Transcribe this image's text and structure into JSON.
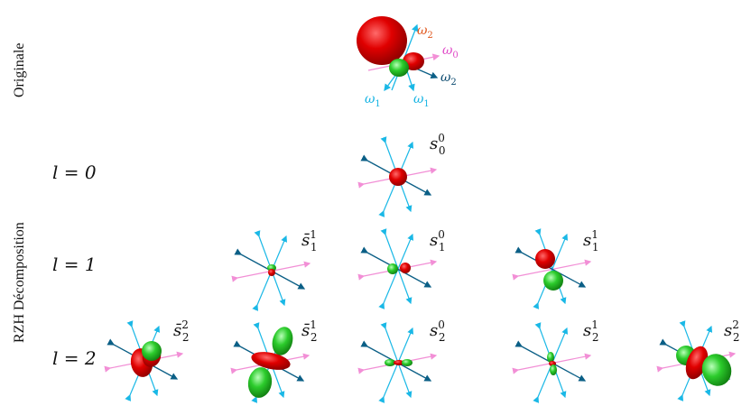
{
  "colors": {
    "positive_lobe": "#d40000",
    "negative_lobe": "#1fb21f",
    "axis_omega0": "#f28fd6",
    "axis_omega1": "#1ab8e6",
    "axis_omega2": "#0b5f86",
    "label_omega2_top": "#e0561c",
    "label_omega0": "#e04cc8",
    "label_omega1": "#17b4e3",
    "label_omega2_dark": "#0b4a6f"
  },
  "side_labels": {
    "original": "Originale",
    "decomposition": "RZH Décomposition"
  },
  "row_labels": [
    {
      "id": "l0",
      "text": "l = 0"
    },
    {
      "id": "l1",
      "text": "l = 1"
    },
    {
      "id": "l2",
      "text": "l = 2"
    }
  ],
  "original_axis_labels": {
    "omega2_top": {
      "base": "ω",
      "sub": "2"
    },
    "omega0": {
      "base": "ω",
      "sub": "0"
    },
    "omega2_right": {
      "base": "ω",
      "sub": "2"
    },
    "omega1_left": {
      "base": "ω",
      "sub": "1"
    },
    "omega1_right": {
      "base": "ω",
      "sub": "1"
    }
  },
  "basis_labels": {
    "s00": {
      "base": "s",
      "sup": "0",
      "sub": "0",
      "bar": false
    },
    "s11bar": {
      "base": "s̄",
      "sup": "1",
      "sub": "1",
      "bar": true
    },
    "s10": {
      "base": "s",
      "sup": "0",
      "sub": "1",
      "bar": false
    },
    "s11": {
      "base": "s",
      "sup": "1",
      "sub": "1",
      "bar": false
    },
    "s22bar": {
      "base": "s̄",
      "sup": "2",
      "sub": "2",
      "bar": true
    },
    "s21bar": {
      "base": "s̄",
      "sup": "1",
      "sub": "2",
      "bar": true
    },
    "s20": {
      "base": "s",
      "sup": "0",
      "sub": "2",
      "bar": false
    },
    "s21": {
      "base": "s",
      "sup": "1",
      "sub": "2",
      "bar": false
    },
    "s22": {
      "base": "s",
      "sup": "2",
      "sub": "2",
      "bar": false
    }
  }
}
